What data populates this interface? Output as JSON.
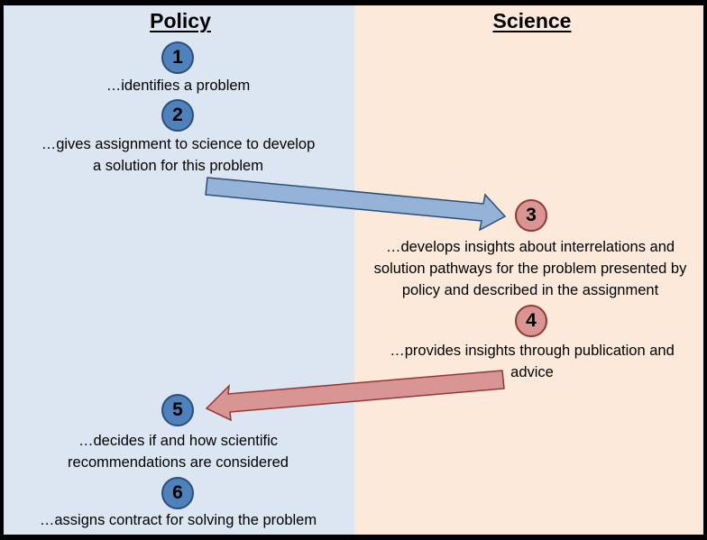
{
  "columns": {
    "policy": "Policy",
    "science": "Science"
  },
  "steps": [
    {
      "number": "1",
      "side": "policy",
      "text": "…identifies a problem"
    },
    {
      "number": "2",
      "side": "policy",
      "text": "…gives assignment to science to develop a solution for this problem"
    },
    {
      "number": "3",
      "side": "science",
      "text": "…develops insights about interrelations and solution pathways for the problem presented by policy and described in the assignment"
    },
    {
      "number": "4",
      "side": "science",
      "text": "…provides insights through publication and advice"
    },
    {
      "number": "5",
      "side": "policy",
      "text": "…decides if and how scientific recommendations are considered"
    },
    {
      "number": "6",
      "side": "policy",
      "text": "…assigns contract for solving the problem"
    }
  ],
  "colors": {
    "policy_bg": "#dce6f2",
    "science_bg": "#fde9d9",
    "policy_badge": "#4f81bd",
    "science_badge": "#d99594",
    "arrow_blue": "#95b3d7",
    "arrow_red": "#d99594"
  }
}
